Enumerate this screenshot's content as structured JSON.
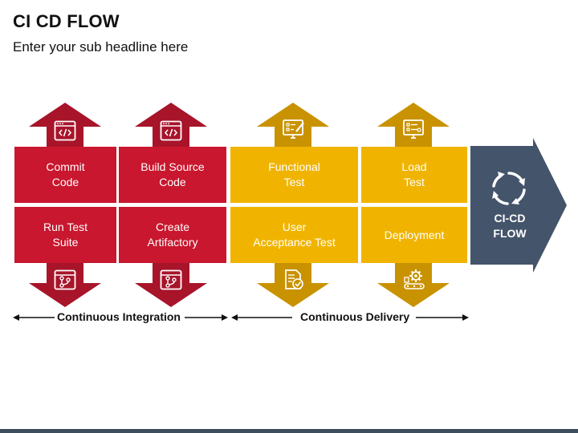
{
  "title": "CI CD FLOW",
  "subtitle": "Enter your sub headline here",
  "boxes": {
    "commit_code": "Commit\nCode",
    "build_source_code": "Build Source\nCode",
    "functional_test": "Functional\nTest",
    "load_test": "Load\nTest",
    "run_test_suite": "Run Test\nSuite",
    "create_artifactory": "Create\nArtifactory",
    "user_acceptance_test": "User\nAcceptance Test",
    "deployment": "Deployment"
  },
  "cicd_arrow": "CI-CD\nFLOW",
  "legend": {
    "integration": "Continuous Integration",
    "delivery": "Continuous Delivery"
  },
  "colors": {
    "red": "#c8172e",
    "dark_red": "#a8142a",
    "yellow": "#f0b400",
    "dark_yellow": "#c99200",
    "navy": "#44546a"
  },
  "icons": [
    "code-window-icon",
    "code-window-icon",
    "monitor-checklist-icon",
    "monitor-checklist-icon",
    "git-branch-icon",
    "git-branch-icon",
    "document-check-icon",
    "gear-conveyor-icon",
    "refresh-cycle-icon"
  ]
}
